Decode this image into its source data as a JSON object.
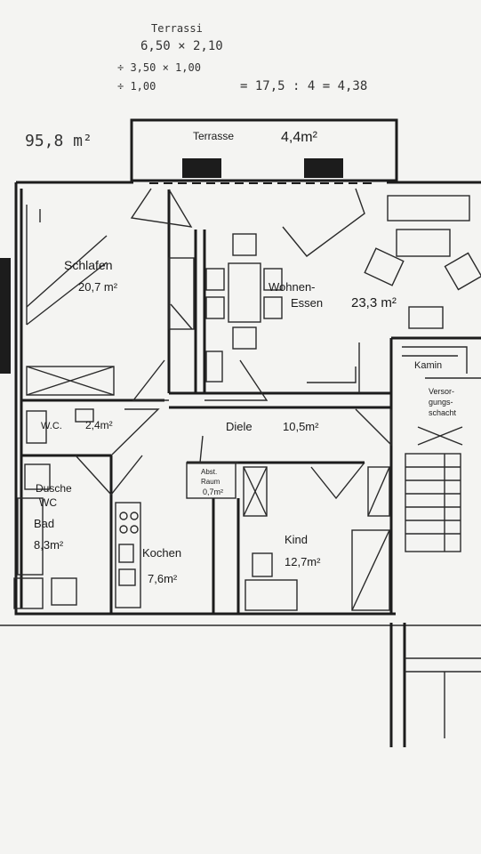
{
  "notes": {
    "line1": "Terrassi",
    "line2": "6,50 × 2,10",
    "line3": "÷ 3,50 × 1,00",
    "line4": "÷ 1,00",
    "line5": "= 17,5 : 4 = 4,38"
  },
  "total_area": "95,8 m²",
  "rooms": {
    "terrasse": "Terrasse",
    "terrasse_area": "4,4m²",
    "schlafen": "Schlafen",
    "schlafen_area": "20,7 m²",
    "wohnen": "Wohnen-",
    "essen": "Essen",
    "wohnen_area": "23,3 m²",
    "kamin": "Kamin",
    "versorgung1": "Versor-",
    "versorgung2": "gungs-",
    "versorgung3": "schacht",
    "wc": "W.C.",
    "wc_area": "2,4m²",
    "diele": "Diele",
    "diele_area": "10,5m²",
    "dusche": "Dusche",
    "wc2": "WC",
    "bad": "Bad",
    "bad_area": "8,3m²",
    "abst1": "Abst.",
    "abst2": "Raum",
    "abst_area": "0,7m²",
    "kochen": "Kochen",
    "kochen_area": "7,6m²",
    "kind": "Kind",
    "kind_area": "12,7m²"
  }
}
